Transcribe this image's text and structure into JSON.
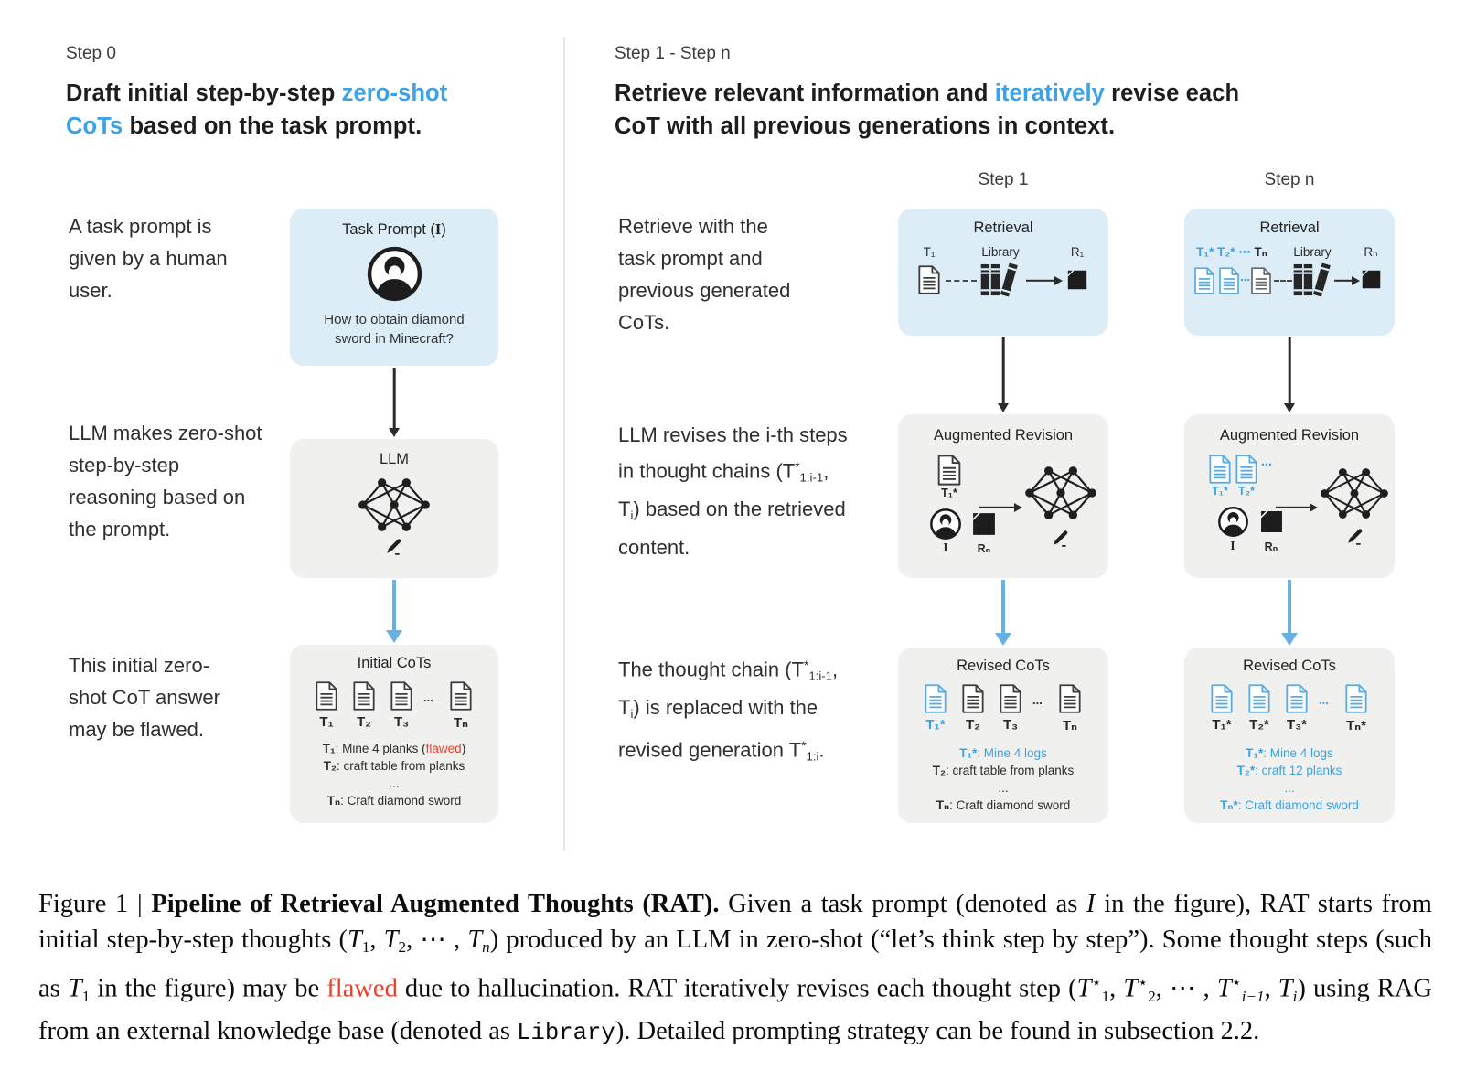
{
  "colors": {
    "accent": "#3ba2e4",
    "red": "#e8402e",
    "box_blue": "#dcedf8",
    "box_gray": "#f0f0ee",
    "arrow_blue": "#68b0e3"
  },
  "left": {
    "step_label": "Step 0",
    "headline": [
      {
        "t": "Draft initial step-by-step "
      },
      {
        "t": "zero-shot CoTs",
        "c": "accent"
      },
      {
        "t": " based on the task prompt."
      }
    ],
    "note1": "A task prompt is given by a human user.",
    "note2": "LLM makes zero-shot step-by-step reasoning based on the prompt.",
    "note3": "This initial zero-shot CoT answer may be flawed.",
    "task_box": {
      "title": [
        {
          "t": "Task Prompt ("
        },
        {
          "t": "I",
          "c": "si"
        },
        {
          "t": ")"
        }
      ],
      "question": "How to obtain diamond sword in Minecraft?"
    },
    "llm_box": {
      "title": "LLM"
    },
    "cots_box": {
      "title": "Initial CoTs",
      "doc_labels": [
        "T₁",
        "T₂",
        "T₃",
        "Tₙ"
      ],
      "dots": "...",
      "lines": [
        [
          {
            "t": "T₁",
            "c": "b"
          },
          {
            "t": ": Mine 4 planks ("
          },
          {
            "t": "flawed",
            "c": "red"
          },
          {
            "t": ")"
          }
        ],
        [
          {
            "t": "T₂",
            "c": "b"
          },
          {
            "t": ": craft table from planks"
          }
        ],
        [
          {
            "t": "..."
          }
        ],
        [
          {
            "t": "Tₙ",
            "c": "b"
          },
          {
            "t": ": Craft diamond sword"
          }
        ]
      ]
    }
  },
  "right": {
    "step_label": "Step 1 - Step n",
    "headline": [
      {
        "t": "Retrieve relevant information and "
      },
      {
        "t": "iteratively",
        "c": "accent"
      },
      {
        "t": " revise each CoT with all previous generations in context."
      }
    ],
    "col1_label": "Step 1",
    "col2_label": "Step n",
    "note1": "Retrieve with the task prompt and previous generated CoTs.",
    "note2": [
      {
        "t": "LLM revises the i-th steps in thought chains (T"
      },
      {
        "t": "*",
        "c": "sup"
      },
      {
        "t": "1:i-1",
        "c": "sub"
      },
      {
        "t": ", T"
      },
      {
        "t": "i",
        "c": "sub"
      },
      {
        "t": ") based on the retrieved content."
      }
    ],
    "note3": [
      {
        "t": "The thought chain (T"
      },
      {
        "t": "*",
        "c": "sup"
      },
      {
        "t": "1:i-1",
        "c": "sub"
      },
      {
        "t": ", T"
      },
      {
        "t": "i",
        "c": "sub"
      },
      {
        "t": ") is replaced with the revised generation T"
      },
      {
        "t": "*",
        "c": "sup"
      },
      {
        "t": "1:i",
        "c": "sub"
      },
      {
        "t": "."
      }
    ],
    "step1": {
      "retrieval": {
        "title": "Retrieval",
        "doc_label": "T₁",
        "library_label": "Library",
        "result_label": "R₁"
      },
      "revision": {
        "title": "Augmented Revision",
        "doc_label": "T₁*",
        "user_label": "I",
        "result_label": "Rₙ"
      },
      "revised": {
        "title": "Revised CoTs",
        "doc_labels": [
          [
            {
              "t": "T₁*",
              "c": "accent"
            }
          ],
          "T₂",
          "T₃",
          "Tₙ"
        ],
        "dots": "...",
        "lines": [
          [
            {
              "t": "T₁*",
              "c": "b accent"
            },
            {
              "t": ": Mine 4 logs",
              "c": "accent"
            }
          ],
          [
            {
              "t": "T₂",
              "c": "b"
            },
            {
              "t": ": craft table from planks"
            }
          ],
          [
            {
              "t": "..."
            }
          ],
          [
            {
              "t": "Tₙ",
              "c": "b"
            },
            {
              "t": ": Craft diamond sword"
            }
          ]
        ]
      }
    },
    "stepn": {
      "retrieval": {
        "title": "Retrieval",
        "doc_labels": [
          {
            "t": "T₁* T₂* ⋯ ",
            "c": "accent"
          },
          {
            "t": "Tₙ"
          }
        ],
        "dots": "⋯",
        "library_label": "Library",
        "result_label": "Rₙ"
      },
      "revision": {
        "title": "Augmented Revision",
        "doc1_label": "T₁*",
        "doc2_label": "T₂*",
        "dots": "⋯",
        "user_label": "I",
        "result_label": "Rₙ"
      },
      "revised": {
        "title": "Revised CoTs",
        "doc_labels": [
          "T₁*",
          "T₂*",
          "T₃*",
          "Tₙ*"
        ],
        "dots": "...",
        "lines": [
          [
            {
              "t": "T₁*",
              "c": "b accent"
            },
            {
              "t": ": Mine 4 logs",
              "c": "accent"
            }
          ],
          [
            {
              "t": "T₂*",
              "c": "b accent"
            },
            {
              "t": ": craft 12 planks",
              "c": "accent"
            }
          ],
          [
            {
              "t": "...",
              "c": "accent"
            }
          ],
          [
            {
              "t": "Tₙ*",
              "c": "b accent"
            },
            {
              "t": ": Craft diamond sword",
              "c": "accent"
            }
          ]
        ]
      }
    }
  },
  "caption": [
    {
      "t": "Figure 1 | "
    },
    {
      "t": "Pipeline of Retrieval Augmented Thoughts (RAT).",
      "c": "b"
    },
    {
      "t": " Given a task prompt (denoted as "
    },
    {
      "t": "I",
      "c": "i"
    },
    {
      "t": " in the figure), RAT starts from initial step-by-step thoughts ("
    },
    {
      "t": "T",
      "c": "i"
    },
    {
      "t": "1",
      "c": "sub"
    },
    {
      "t": ", "
    },
    {
      "t": "T",
      "c": "i"
    },
    {
      "t": "2",
      "c": "sub"
    },
    {
      "t": ", ⋯ , "
    },
    {
      "t": "T",
      "c": "i"
    },
    {
      "t": "n",
      "c": "subi"
    },
    {
      "t": ") produced by an LLM in zero-shot (“let’s think step by step”). Some thought steps (such as "
    },
    {
      "t": "T",
      "c": "i"
    },
    {
      "t": "1",
      "c": "sub"
    },
    {
      "t": " in the figure) may be "
    },
    {
      "t": "flawed",
      "c": "red"
    },
    {
      "t": " due to hallucination. RAT iteratively revises each thought step ("
    },
    {
      "t": "T",
      "c": "i"
    },
    {
      "t": "⋆",
      "c": "sup"
    },
    {
      "t": "1",
      "c": "sub"
    },
    {
      "t": ", "
    },
    {
      "t": "T",
      "c": "i"
    },
    {
      "t": "⋆",
      "c": "sup"
    },
    {
      "t": "2",
      "c": "sub"
    },
    {
      "t": ", ⋯ , "
    },
    {
      "t": "T",
      "c": "i"
    },
    {
      "t": "⋆",
      "c": "sup"
    },
    {
      "t": "i−1",
      "c": "subi"
    },
    {
      "t": ", "
    },
    {
      "t": "T",
      "c": "i"
    },
    {
      "t": "i",
      "c": "subi"
    },
    {
      "t": ") using RAG from an external knowledge base (denoted as "
    },
    {
      "t": "Library",
      "c": "mono"
    },
    {
      "t": "). Detailed prompting strategy can be found in subsection 2.2."
    }
  ]
}
